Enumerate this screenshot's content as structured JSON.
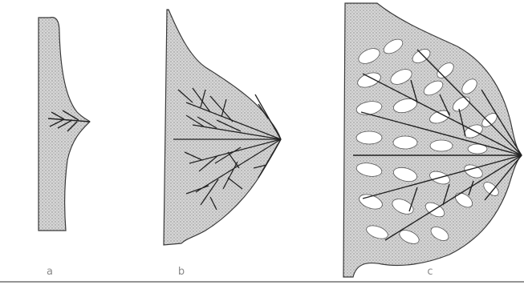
{
  "figure": {
    "panels": [
      {
        "label": "a"
      },
      {
        "label": "b"
      },
      {
        "label": "c"
      }
    ],
    "colors": {
      "tissue_fill": "#cfcfcf",
      "tissue_outline": "#3a3a3a",
      "duct": "#222222",
      "lobule_fill": "#ffffff",
      "baseline": "#555555",
      "label": "#8a8a8a"
    }
  }
}
